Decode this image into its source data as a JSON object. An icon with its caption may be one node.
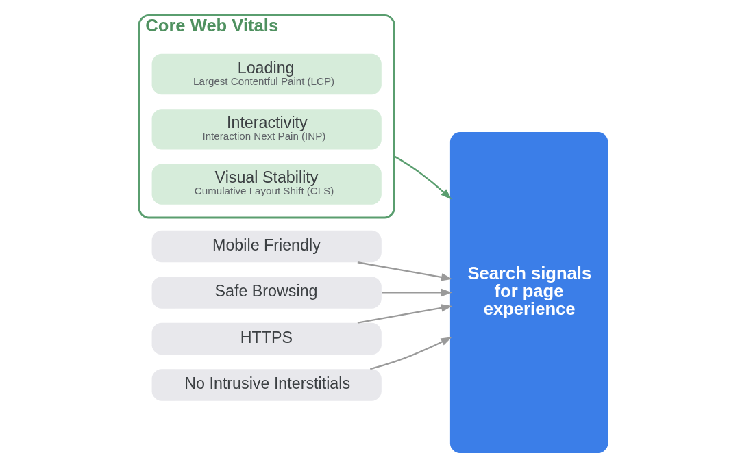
{
  "diagram": {
    "nodes": [
      {
        "text": [
          "Core Web Vitals"
        ]
      },
      {
        "text": [
          "Loading",
          "Largest Contentful Paint (LCP)"
        ],
        "in": 0
      },
      {
        "text": [
          "Interactivity",
          "Interaction Next Pain (INP)"
        ],
        "in": 0
      },
      {
        "text": [
          "Visual Stability",
          "Cumulative Layout Shift (CLS)"
        ],
        "in": 0
      },
      {
        "text": [
          "Mobile Friendly"
        ]
      },
      {
        "text": [
          "Safe Browsing"
        ]
      },
      {
        "text": [
          "HTTPS"
        ]
      },
      {
        "text": [
          "No Intrusive Interstitials"
        ]
      },
      {
        "text": [
          "Search signals for page experience"
        ]
      }
    ],
    "edges": [
      {
        "from": 0,
        "to": 8,
        "arrow": "to",
        "color": "#5a9e6f"
      },
      {
        "from": 4,
        "to": 8,
        "arrow": "to"
      },
      {
        "from": 5,
        "to": 8,
        "arrow": "to"
      },
      {
        "from": 6,
        "to": 8,
        "arrow": "to"
      },
      {
        "from": 7,
        "to": 8,
        "arrow": "to"
      }
    ]
  }
}
